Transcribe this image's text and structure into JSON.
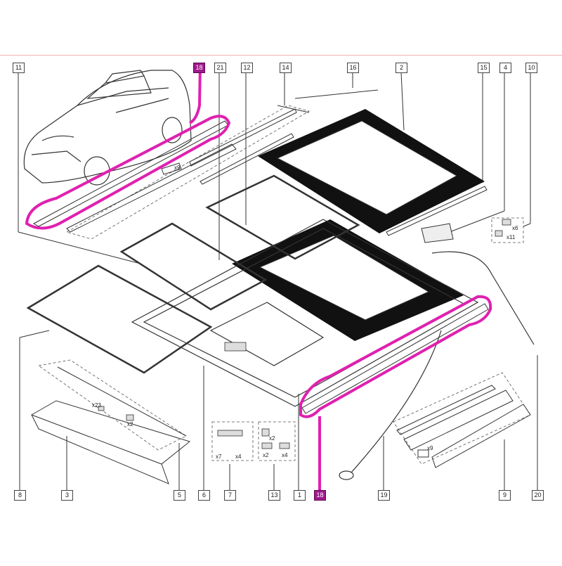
{
  "callouts": {
    "c11": "11",
    "c18_top": "18",
    "c21": "21",
    "c12": "12",
    "c14": "14",
    "c16": "16",
    "c2": "2",
    "c15": "15",
    "c4": "4",
    "c10": "10",
    "c8": "8",
    "c3": "3",
    "c5": "5",
    "c6": "6",
    "c7": "7",
    "c13": "13",
    "c1": "1",
    "c18_bottom": "18",
    "c19": "19",
    "c9": "9",
    "c20": "20"
  },
  "quantities": {
    "q_x6": "x6",
    "q_x11": "x11",
    "q_x23": "x23",
    "q_x2a": "x2",
    "q_x7": "x7",
    "q_x4a": "x4",
    "q_x2b": "x2",
    "q_x2c": "x2",
    "q_x4b": "x4",
    "q_x9a": "x9",
    "q_x9b": "x9"
  },
  "colors": {
    "highlight": "#e020b0",
    "callout_highlight": "#a01a8c",
    "line": "#333333",
    "glass": "#111111"
  }
}
